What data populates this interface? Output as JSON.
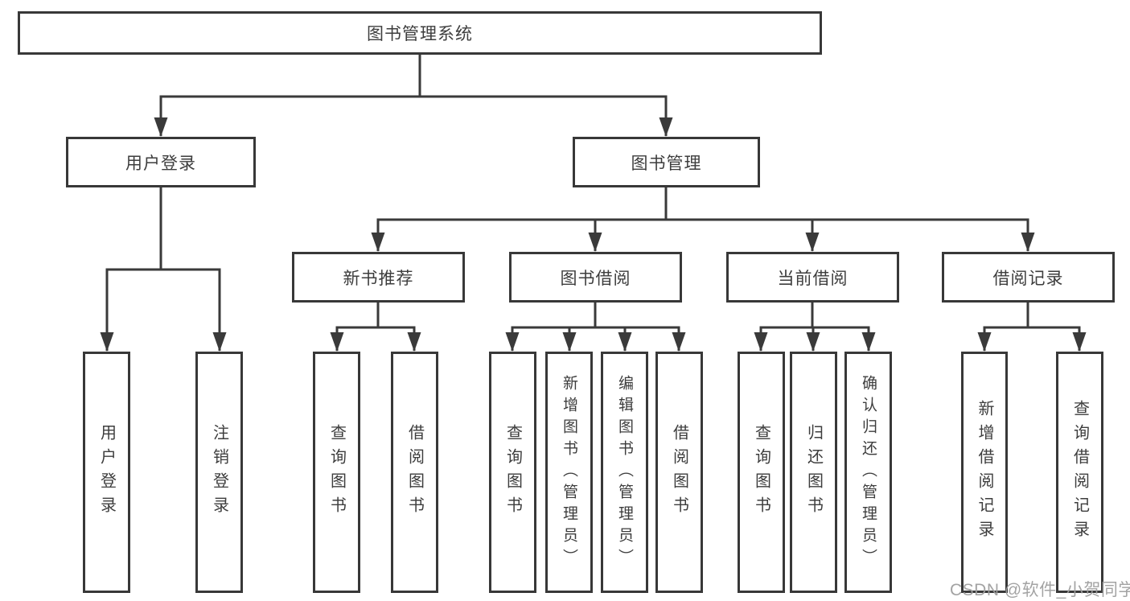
{
  "diagram": {
    "root": {
      "label": "图书管理系统"
    },
    "level2": {
      "user_login": {
        "label": "用户登录"
      },
      "book_mgmt": {
        "label": "图书管理"
      }
    },
    "level3": {
      "new_book_rec": {
        "label": "新书推荐"
      },
      "book_borrow": {
        "label": "图书借阅"
      },
      "current_borrow": {
        "label": "当前借阅"
      },
      "borrow_records": {
        "label": "借阅记录"
      }
    },
    "leaves": {
      "user_login_leaf": {
        "label": "用户登录"
      },
      "logout_leaf": {
        "label": "注销登录"
      },
      "nb_query_books": {
        "label": "查询图书"
      },
      "nb_borrow_books": {
        "label": "借阅图书"
      },
      "bb_query_books": {
        "label": "查询图书"
      },
      "bb_add_books": {
        "label": "新增图书（管理员）"
      },
      "bb_edit_books": {
        "label": "编辑图书（管理员）"
      },
      "bb_borrow_books": {
        "label": "借阅图书"
      },
      "cb_query_books": {
        "label": "查询图书"
      },
      "cb_return_books": {
        "label": "归还图书"
      },
      "cb_confirm_return": {
        "label": "确认归还（管理员）"
      },
      "br_add_record": {
        "label": "新增借阅记录"
      },
      "br_query_record": {
        "label": "查询借阅记录"
      }
    }
  },
  "watermark": {
    "text": "CSDN @软件_小贺同学"
  },
  "colors": {
    "line": "#3a3a3a",
    "border": "#383838",
    "text": "#3d3d3d",
    "watermark": "#9e9e9e",
    "background": "#ffffff"
  }
}
